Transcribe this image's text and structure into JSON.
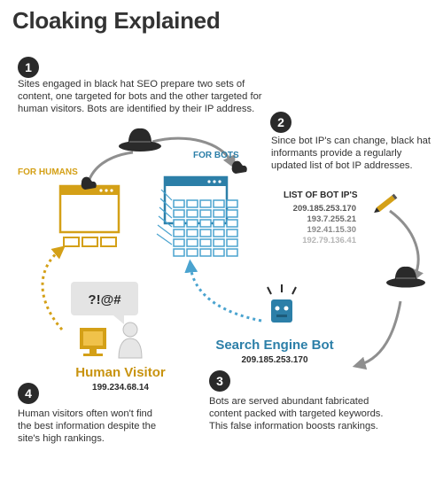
{
  "title": "Cloaking Explained",
  "steps": [
    {
      "number": "1",
      "text": [
        "Sites engaged in black hat SEO prepare two sets of",
        "content, one targeted for bots and the other targeted for",
        "human visitors. Bots are identified by their IP address."
      ]
    },
    {
      "number": "2",
      "text": [
        "Since bot IP's can change, black hat",
        "informants provide a regularly",
        "updated list of bot IP addresses."
      ]
    },
    {
      "number": "3",
      "text": [
        "Bots are served abundant fabricated",
        "content packed with targeted keywords.",
        "This false information boosts rankings."
      ]
    },
    {
      "number": "4",
      "text": [
        "Human visitors often won't find",
        "the best information despite the",
        "site's high rankings."
      ]
    }
  ],
  "labels": {
    "for_humans": "FOR HUMANS",
    "for_bots": "FOR BOTS",
    "bot_ip_list_title": "LIST OF BOT IP'S",
    "human_visitor": "Human Visitor",
    "human_visitor_ip": "199.234.68.14",
    "search_engine_bot": "Search Engine Bot",
    "search_engine_bot_ip": "209.185.253.170",
    "speech_bubble": "?!@#"
  },
  "bot_ips": [
    "209.185.253.170",
    "193.7.255.21",
    "192.41.15.30",
    "192.79.136.41"
  ],
  "colors": {
    "gold": "#d4a017",
    "blue": "#2c7fa8",
    "light_blue": "#4aa3cf",
    "dark": "#2a2a2a",
    "gray": "#8f8f8f"
  }
}
